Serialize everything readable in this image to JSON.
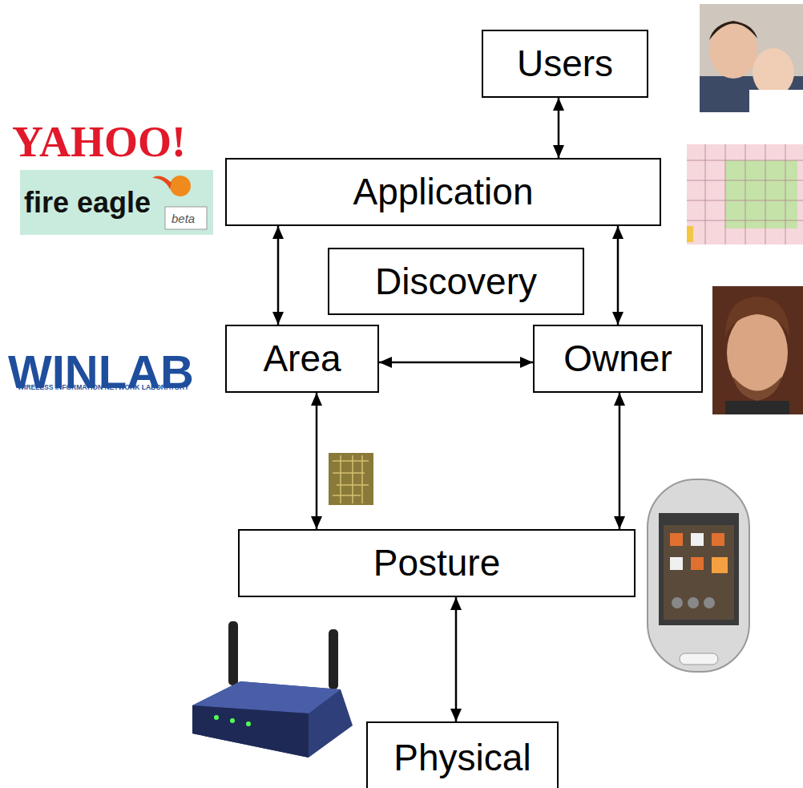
{
  "diagram": {
    "nodes": [
      {
        "text": [
          "Users"
        ]
      },
      {
        "text": [
          "Application"
        ]
      },
      {
        "text": [
          "Discovery"
        ]
      },
      {
        "text": [
          "Area"
        ]
      },
      {
        "text": [
          "Owner"
        ]
      },
      {
        "text": [
          "Posture"
        ]
      },
      {
        "text": [
          "Physical"
        ]
      }
    ],
    "edges": [
      {
        "from": 0,
        "to": 1,
        "arrow": "both"
      },
      {
        "from": 1,
        "to": 3,
        "arrow": "both"
      },
      {
        "from": 1,
        "to": 4,
        "arrow": "both"
      },
      {
        "from": 3,
        "to": 4,
        "arrow": "both"
      },
      {
        "from": 3,
        "to": 5,
        "arrow": "both"
      },
      {
        "from": 4,
        "to": 5,
        "arrow": "both"
      },
      {
        "from": 5,
        "to": 6,
        "arrow": "both"
      }
    ],
    "labels": [
      "YAHOO!",
      "fire eagle",
      "beta",
      "WINLAB",
      "WIRELESS INFORMATION NETWORK LABORATORY"
    ]
  }
}
